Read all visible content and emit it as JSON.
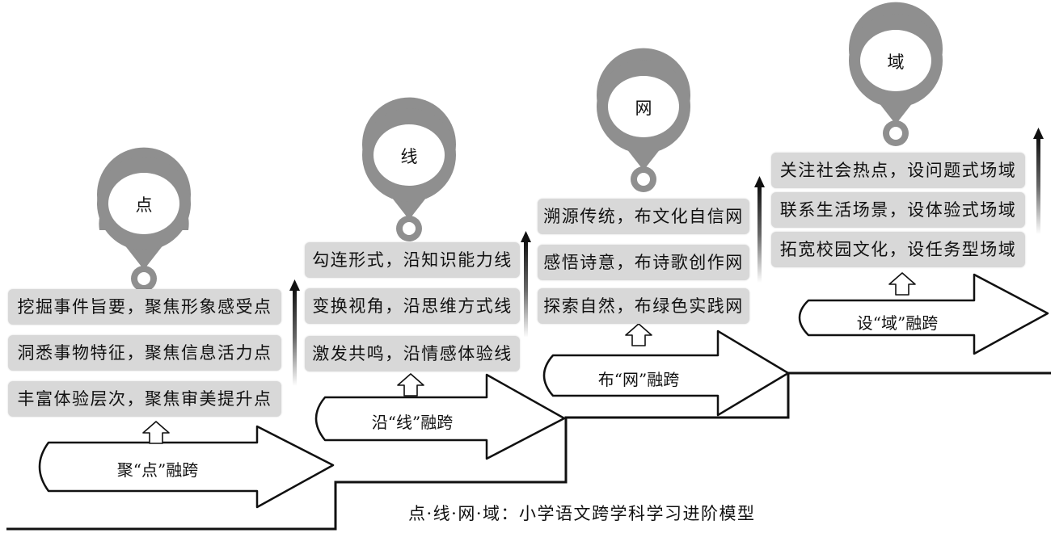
{
  "stages": [
    {
      "pin_label": "点",
      "arrow_label": "聚“点”融跨",
      "items": [
        "挖掘事件旨要，聚焦形象感受点",
        "洞悉事物特征，聚焦信息活力点",
        "丰富体验层次，聚焦审美提升点"
      ]
    },
    {
      "pin_label": "线",
      "arrow_label": "沿“线”融跨",
      "items": [
        "勾连形式，沿知识能力线",
        "变换视角，沿思维方式线",
        "激发共鸣，沿情感体验线"
      ]
    },
    {
      "pin_label": "网",
      "arrow_label": "布“网”融跨",
      "items": [
        "溯源传统，布文化自信网",
        "感悟诗意，布诗歌创作网",
        "探索自然，布绿色实践网"
      ]
    },
    {
      "pin_label": "域",
      "arrow_label": "设“域”融跨",
      "items": [
        "关注社会热点，设问题式场域",
        "联系生活场景，设体验式场域",
        "拓宽校园文化，设任务型场域"
      ]
    }
  ],
  "caption": "点·线·网·域：小学语文跨学科学习进阶模型",
  "colors": {
    "box_fill": "#d8d8d8",
    "pin_fill": "#8f8f8f",
    "line": "#111111"
  }
}
